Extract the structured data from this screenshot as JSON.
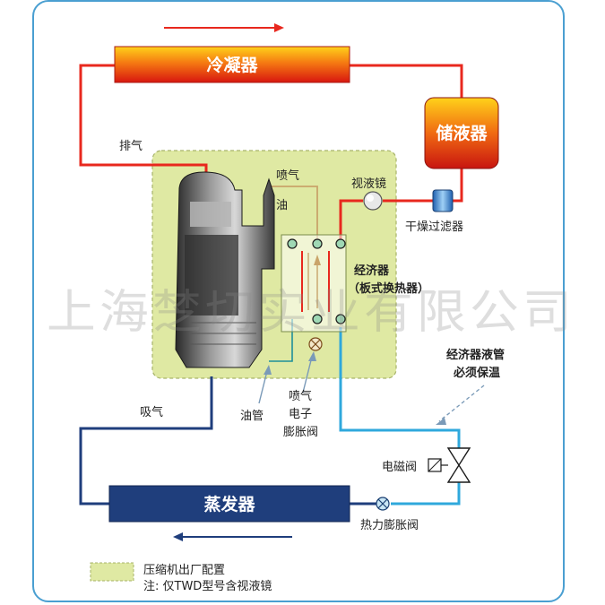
{
  "components": {
    "condenser": "冷凝器",
    "receiver": "储液器",
    "evaporator": "蒸发器",
    "sight_glass": "视液镜",
    "dryer_filter": "干燥过滤器",
    "economizer_line1": "经济器",
    "economizer_line2": "（板式换热器）",
    "solenoid_valve": "电磁阀",
    "thermal_expansion_valve": "热力膨胀阀"
  },
  "labels": {
    "discharge": "排气",
    "suction": "吸气",
    "injection_gas": "喷气",
    "oil": "油",
    "oil_pipe": "油管",
    "injection_valve_line1": "喷气",
    "injection_valve_line2": "电子",
    "injection_valve_line3": "膨胀阀",
    "note_insulation_line1": "经济器液管",
    "note_insulation_line2": "必须保温"
  },
  "legend": {
    "line1": "压缩机出厂配置",
    "line2": "注: 仅TWD型号含视液镜"
  },
  "watermark": "上海椘切实业有限公司",
  "colors": {
    "hot_line": "#e8281e",
    "cold_line": "#1f3e7c",
    "liquid_line": "#2fa8dc",
    "frame": "#4a9fd1",
    "factory_zone": "#dfe9a3",
    "gas_injection_line": "#c9a46a"
  }
}
